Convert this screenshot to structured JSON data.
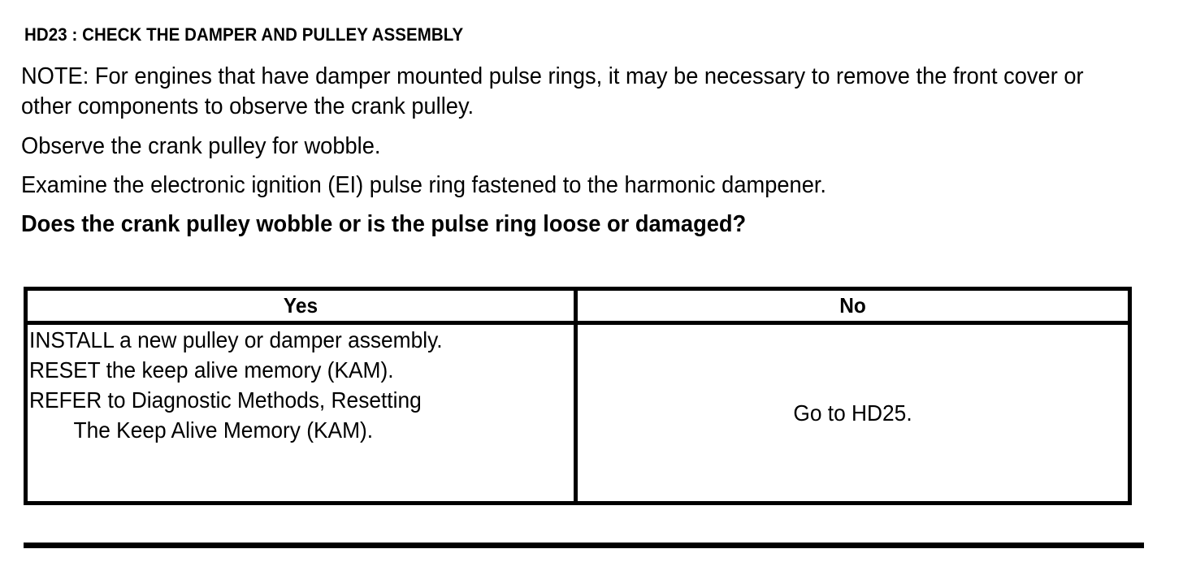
{
  "document": {
    "step_title": "HD23 : CHECK THE DAMPER AND PULLEY ASSEMBLY",
    "paragraphs": {
      "note": "NOTE: For engines that have damper mounted pulse rings, it may be necessary to remove the front cover or other components to observe the crank pulley.",
      "observe": "Observe the crank pulley for wobble.",
      "examine": "Examine the electronic ignition (EI) pulse ring fastened to the harmonic dampener.",
      "question": "Does the crank pulley wobble or is the pulse ring loose or damaged?"
    }
  },
  "decision_table": {
    "headers": {
      "yes": "Yes",
      "no": "No"
    },
    "yes_cell_lines": [
      "INSTALL a new pulley or damper assembly.",
      "RESET the keep alive memory (KAM).",
      "REFER to Diagnostic Methods, Resetting",
      "The Keep Alive Memory (KAM)."
    ],
    "no_cell_text": "Go to HD25."
  },
  "colors": {
    "ink": "#000000",
    "paper": "#ffffff"
  }
}
